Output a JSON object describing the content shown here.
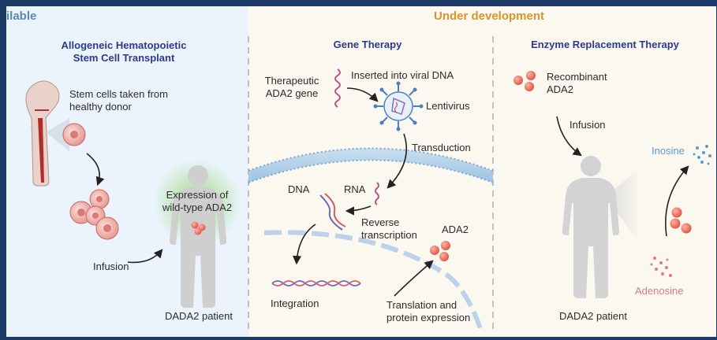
{
  "colors": {
    "available": "#5b87b7",
    "under_development": "#d8942a",
    "heading": "#2d3a8c",
    "inosine": "#5b9bd1",
    "adenosine": "#e07b7b"
  },
  "sections": {
    "available_label": "ilable",
    "under_development_label": "Under development"
  },
  "hsct": {
    "title_line1": "Allogeneic Hematopoietic",
    "title_line2": "Stem Cell Transplant",
    "stem_cells_line1": "Stem cells taken from",
    "stem_cells_line2": "healthy donor",
    "expression_line1": "Expression of",
    "expression_line2": "wild-type ADA2",
    "infusion": "Infusion",
    "patient": "DADA2 patient"
  },
  "gene_therapy": {
    "title": "Gene Therapy",
    "therapeutic_line1": "Therapeutic",
    "therapeutic_line2": "ADA2 gene",
    "inserted": "Inserted into viral DNA",
    "lentivirus": "Lentivirus",
    "transduction": "Transduction",
    "dna": "DNA",
    "rna": "RNA",
    "reverse_line1": "Reverse",
    "reverse_line2": "transcription",
    "ada2": "ADA2",
    "integration": "Integration",
    "translation_line1": "Translation and",
    "translation_line2": "protein expression"
  },
  "ert": {
    "title": "Enzyme Replacement Therapy",
    "recombinant_line1": "Recombinant",
    "recombinant_line2": "ADA2",
    "infusion": "Infusion",
    "inosine": "Inosine",
    "adenosine": "Adenosine",
    "patient": "DADA2 patient"
  }
}
